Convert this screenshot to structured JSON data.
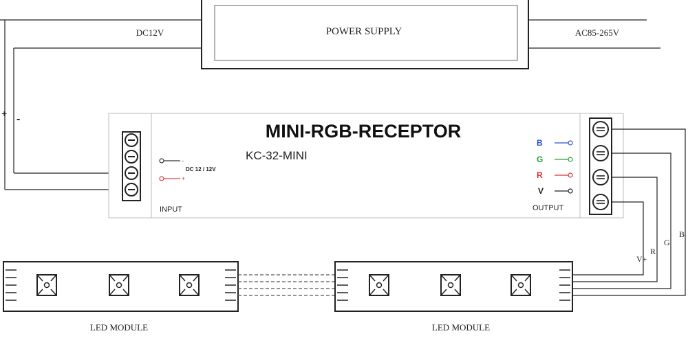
{
  "power_supply": {
    "title": "POWER SUPPLY",
    "dc_label": "DC12V",
    "ac_label": "AC85-265V"
  },
  "polarity": {
    "plus": "+",
    "minus": "-"
  },
  "receptor": {
    "title": "MINI-RGB-RECEPTOR",
    "model": "KC-32-MINI",
    "input_label": "INPUT",
    "output_label": "OUTPUT",
    "input_voltage": "DC 12 / 12V",
    "input_pins": [
      {
        "sign": "-",
        "color": "#333333"
      },
      {
        "sign": "+",
        "color": "#d94040"
      }
    ],
    "output_pins": [
      {
        "label": "B",
        "color": "#2a4fd4"
      },
      {
        "label": "G",
        "color": "#2a9c3a"
      },
      {
        "label": "R",
        "color": "#d93030"
      },
      {
        "label": "V",
        "color": "#222222"
      }
    ]
  },
  "wire_labels": [
    "V+",
    "R",
    "G",
    "B"
  ],
  "led_modules": [
    {
      "label": "LED MODULE"
    },
    {
      "label": "LED MODULE"
    }
  ]
}
